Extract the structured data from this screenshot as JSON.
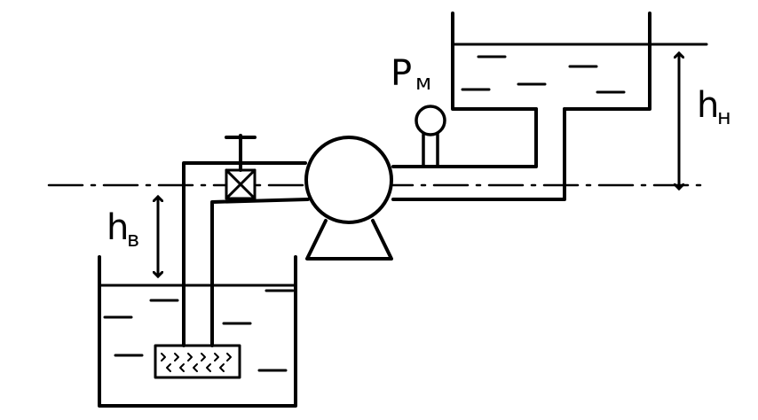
{
  "labels": {
    "pressure_gauge": {
      "main": "P",
      "sub": "м"
    },
    "discharge_head": {
      "main": "h",
      "sub": "н"
    },
    "suction_head": {
      "main": "h",
      "sub": "в"
    }
  },
  "colors": {
    "stroke": "#000000",
    "background": "#ffffff"
  }
}
